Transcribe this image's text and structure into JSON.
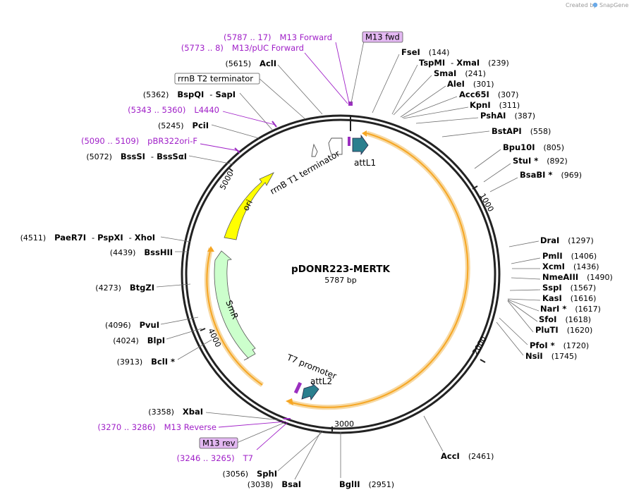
{
  "app": {
    "credit_prefix": "Created by",
    "credit_brand": "SnapGene"
  },
  "plasmid": {
    "name": "pDONR223-MERTK",
    "size_label": "5787 bp",
    "length": 5787
  },
  "colors": {
    "backbone": "#222222",
    "orange": "#f6a623",
    "orange_glow": "#f7d9a3",
    "teal": "#2b7f8e",
    "purple": "#9b2fc0",
    "yellow": "#ffff00",
    "green": "#ccffcc",
    "primer_text": "#a020c8",
    "badge_fill": "#e3b8f2"
  },
  "ticks": [
    "1000",
    "2000",
    "3000",
    "4000",
    "5000"
  ],
  "features": {
    "ori": "ori",
    "smr": "SmR",
    "rrnb_t1": "rrnB T1 terminator",
    "rrnb_t2": "rrnB T2 terminator",
    "attl1": "attL1",
    "attl2": "attL2",
    "t7_promoter": "T7 promoter"
  },
  "enzymes": [
    {
      "name": "FseI",
      "pos": "(144)"
    },
    {
      "name": "TspMI",
      "sep": "-",
      "name2": "XmaI",
      "pos": "(239)"
    },
    {
      "name": "SmaI",
      "pos": "(241)"
    },
    {
      "name": "AleI",
      "pos": "(301)"
    },
    {
      "name": "Acc65I",
      "pos": "(307)"
    },
    {
      "name": "KpnI",
      "pos": "(311)"
    },
    {
      "name": "PshAI",
      "pos": "(387)"
    },
    {
      "name": "BstAPI",
      "pos": "(558)"
    },
    {
      "name": "Bpu10I",
      "pos": "(805)"
    },
    {
      "name": "StuI *",
      "pos": "(892)"
    },
    {
      "name": "BsaBI *",
      "pos": "(969)"
    },
    {
      "name": "DraI",
      "pos": "(1297)"
    },
    {
      "name": "PmlI",
      "pos": "(1406)"
    },
    {
      "name": "XcmI",
      "pos": "(1436)"
    },
    {
      "name": "NmeAIII",
      "pos": "(1490)"
    },
    {
      "name": "SspI",
      "pos": "(1567)"
    },
    {
      "name": "KasI",
      "pos": "(1616)"
    },
    {
      "name": "NarI *",
      "pos": "(1617)"
    },
    {
      "name": "SfoI",
      "pos": "(1618)"
    },
    {
      "name": "PluTI",
      "pos": "(1620)"
    },
    {
      "name": "PfoI *",
      "pos": "(1720)"
    },
    {
      "name": "NsiI",
      "pos": "(1745)"
    },
    {
      "name": "AccI",
      "pos": "(2461)"
    },
    {
      "name": "BglII",
      "pos": "(2951)"
    },
    {
      "name": "BsaI",
      "pos": "(3038)"
    },
    {
      "name": "SphI",
      "pos": "(3056)"
    },
    {
      "name": "XbaI",
      "pos": "(3358)"
    },
    {
      "name": "BclI *",
      "pos": "(3913)"
    },
    {
      "name": "BlpI",
      "pos": "(4024)"
    },
    {
      "name": "PvuI",
      "pos": "(4096)"
    },
    {
      "name": "BtgZI",
      "pos": "(4273)"
    },
    {
      "name": "BssHII",
      "pos": "(4439)"
    },
    {
      "name": "PaeR7I",
      "sep": "-",
      "name2": "PspXI",
      "sep2": "-",
      "name3": "XhoI",
      "pos": "(4511)"
    },
    {
      "name": "BssSI",
      "sep": "-",
      "name2": "BssSαI",
      "pos": "(5072)"
    },
    {
      "name": "PciI",
      "pos": "(5245)"
    },
    {
      "name": "BspQI",
      "sep": "-",
      "name2": "SapI",
      "pos": "(5362)"
    },
    {
      "name": "AclI",
      "pos": "(5615)"
    }
  ],
  "primers": [
    {
      "range": "(5787 .. 17)",
      "name": "M13 Forward"
    },
    {
      "range": "(5773 .. 8)",
      "name": "M13/pUC Forward"
    },
    {
      "range": "(5343 .. 5360)",
      "name": "L4440"
    },
    {
      "range": "(5090 .. 5109)",
      "name": "pBR322ori-F"
    },
    {
      "range": "(3270 .. 3286)",
      "name": "M13 Reverse"
    },
    {
      "range": "(3246 .. 3265)",
      "name": "T7"
    }
  ],
  "badges": {
    "m13_fwd": "M13 fwd",
    "m13_rev": "M13 rev"
  }
}
